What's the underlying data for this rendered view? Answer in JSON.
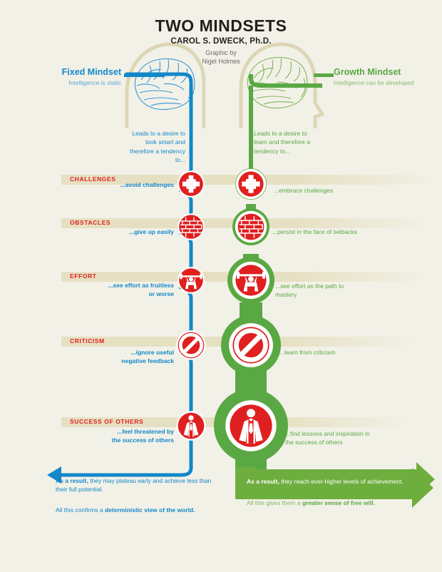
{
  "title": {
    "main": "TWO MINDSETS",
    "author": "CAROL S. DWECK, Ph.D.",
    "credit_line1": "Graphic by",
    "credit_line2": "Nigel Holmes"
  },
  "colors": {
    "background": "#f2f1e8",
    "fixed_blue": "#1387c8",
    "growth_green": "#5aa843",
    "icon_red": "#e02020",
    "band_tan": "#e6e0c2",
    "head_outline": "#ddd6b5"
  },
  "fixed": {
    "title": "Fixed Mindset",
    "subtitle": "Intelligence is static",
    "lead": "Leads to a desire to look smart and therefore a tendency to...",
    "conclusion_bold": "As a result,",
    "conclusion_rest": "they may plateau early and achieve less than their full potential.",
    "closing_pre": "All this confirms a ",
    "closing_bold": "deterministic view of the world."
  },
  "growth": {
    "title": "Growth Mindset",
    "subtitle": "Intelligence can be developed",
    "lead": "Leads to a desire to learn and therefore a tendency to...",
    "conclusion_bold": "As a result,",
    "conclusion_rest": "they reach ever-higher levels of achievement.",
    "closing_pre": "All this gives them a ",
    "closing_bold": "greater sense of free will."
  },
  "rows": [
    {
      "label": "CHALLENGES",
      "icon": "arrows-cross-icon",
      "fixed_caption": "...avoid challenges",
      "growth_caption": "...embrace challenges"
    },
    {
      "label": "OBSTACLES",
      "icon": "brick-wall-icon",
      "fixed_caption": "...give up easily",
      "growth_caption": "...persist in the face of setbacks"
    },
    {
      "label": "EFFORT",
      "icon": "weightlifter-icon",
      "fixed_caption": "...see effort as fruitless or worse",
      "growth_caption": "...see effort as the path to mastery"
    },
    {
      "label": "CRITICISM",
      "icon": "prohibition-sign-icon",
      "fixed_caption": "...ignore useful negative feedback",
      "growth_caption": "...learn from criticism"
    },
    {
      "label": "SUCCESS OF OTHERS",
      "icon": "person-in-suit-icon",
      "fixed_caption": "...feel threatened by the success of others",
      "growth_caption": "...find lessons and inspiration in the success of others"
    }
  ]
}
